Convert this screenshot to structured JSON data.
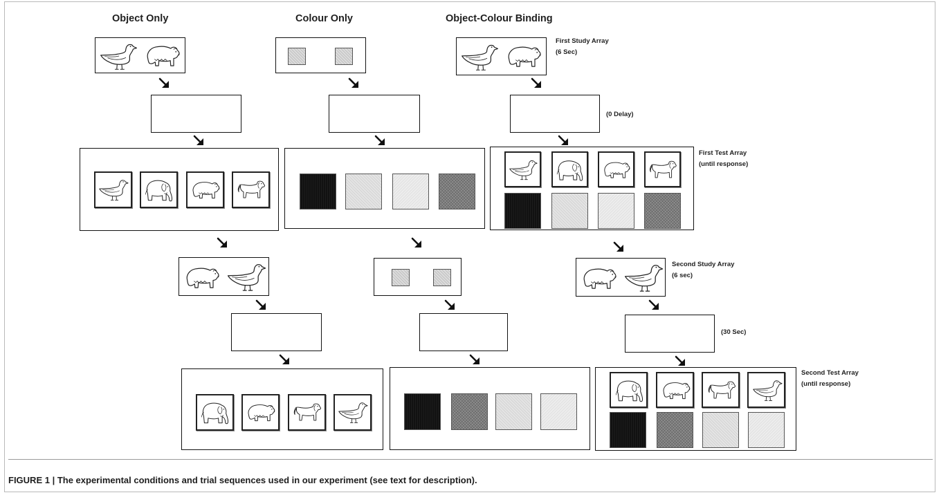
{
  "columns": {
    "object_only": "Object Only",
    "colour_only": "Colour Only",
    "binding": "Object-Colour Binding"
  },
  "annotations": {
    "first_study_1": "First Study Array",
    "first_study_2": "(6 Sec)",
    "zero_delay": "(0 Delay)",
    "first_test_1": "First Test Array",
    "first_test_2": "(until response)",
    "second_study_1": "Second Study Array",
    "second_study_2": "(6 sec)",
    "thirty_sec": "(30 Sec)",
    "second_test_1": "Second Test Array",
    "second_test_2": "(until response)"
  },
  "stimuli": {
    "object_only": {
      "first_study": [
        "duck-icon",
        "bear-icon"
      ],
      "first_test": [
        "duck-icon",
        "elephant-icon",
        "bear-icon",
        "dog-icon"
      ],
      "second_study": [
        "bear-icon",
        "duck-icon"
      ],
      "second_test": [
        "elephant-icon",
        "bear-icon",
        "dog-icon",
        "duck-icon"
      ]
    },
    "colour_only": {
      "first_study": [
        "grey",
        "grey"
      ],
      "first_test": [
        "black",
        "light-grey",
        "light-grey",
        "dark-grey"
      ],
      "second_study": [
        "grey",
        "grey"
      ],
      "second_test": [
        "black",
        "dark-grey",
        "light-grey",
        "light-grey"
      ]
    },
    "binding": {
      "first_test_objects": [
        "duck-icon",
        "elephant-icon",
        "bear-icon",
        "dog-icon"
      ],
      "first_test_colours": [
        "black",
        "light-grey",
        "light-grey",
        "dark-grey"
      ],
      "second_test_objects": [
        "elephant-icon",
        "bear-icon",
        "dog-icon",
        "duck-icon"
      ],
      "second_test_colours": [
        "black",
        "dark-grey",
        "light-grey",
        "light-grey"
      ]
    }
  },
  "caption": "FIGURE 1 | The experimental conditions and trial sequences used in our experiment (see text for description)."
}
